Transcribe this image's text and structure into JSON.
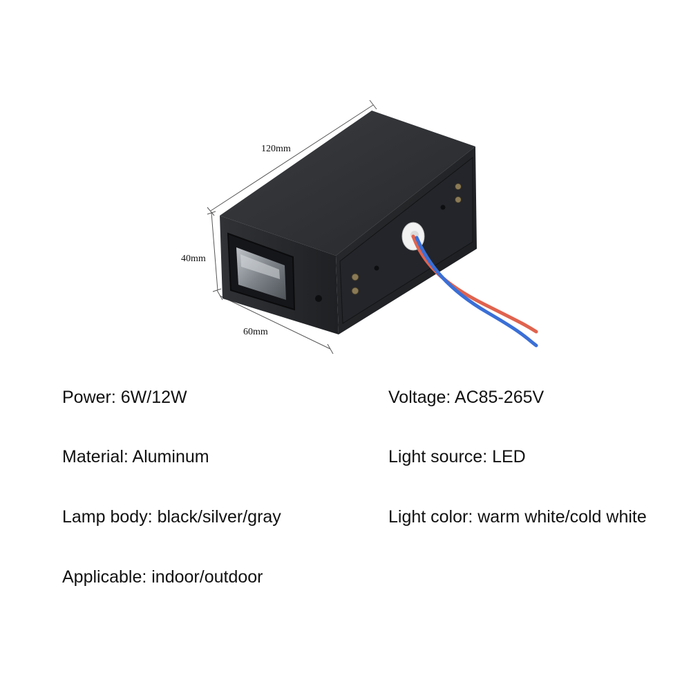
{
  "dimensions": {
    "length": "120mm",
    "height": "40mm",
    "width": "60mm"
  },
  "specs": {
    "power": "Power: 6W/12W",
    "voltage": "Voltage: AC85-265V",
    "material": "Material: Aluminum",
    "light_source": "Light source: LED",
    "lamp_body": "Lamp body: black/silver/gray",
    "light_color": "Light color: warm white/cold white",
    "applicable": "Applicable: indoor/outdoor"
  },
  "colors": {
    "housing": "#2b2d30",
    "wire_red": "#e0634e",
    "wire_blue": "#3a6fd6"
  }
}
